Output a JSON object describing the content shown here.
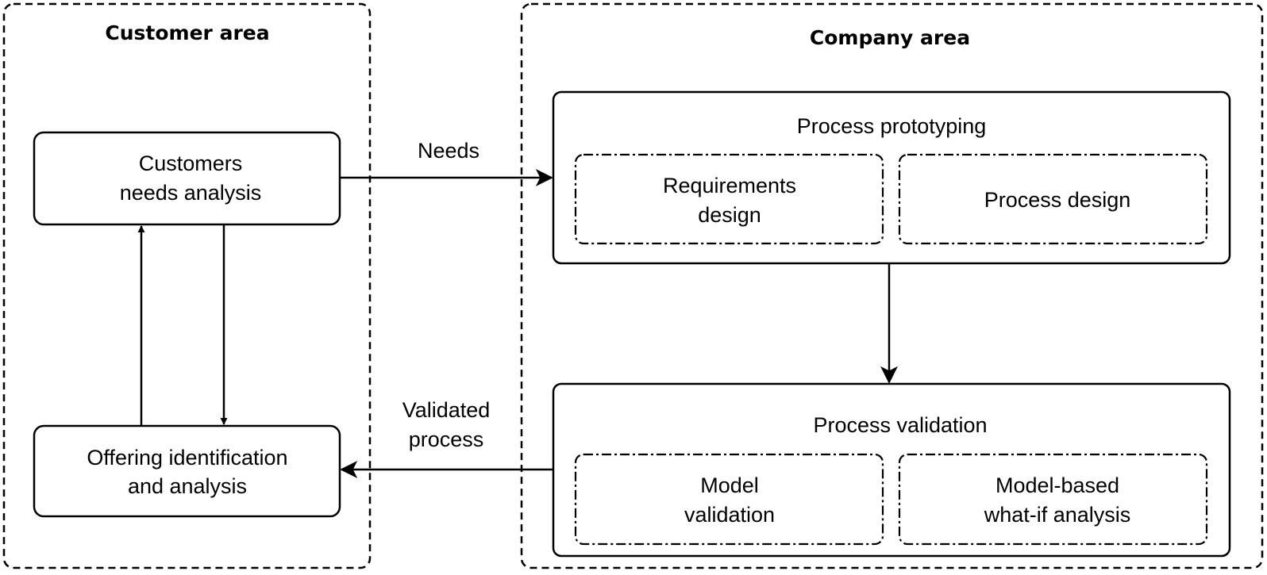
{
  "customer_area": {
    "title": "Customer area",
    "needs_analysis": [
      "Customers",
      "needs analysis"
    ],
    "offering": [
      "Offering identification",
      "and analysis"
    ]
  },
  "company_area": {
    "title": "Company area",
    "prototyping": {
      "title": "Process prototyping",
      "requirements": [
        "Requirements",
        "design"
      ],
      "process_design": "Process design"
    },
    "validation": {
      "title": "Process validation",
      "model_validation": [
        "Model",
        "validation"
      ],
      "what_if": [
        "Model-based",
        "what-if analysis"
      ]
    }
  },
  "flows": {
    "needs": "Needs",
    "validated": [
      "Validated",
      "process"
    ]
  }
}
